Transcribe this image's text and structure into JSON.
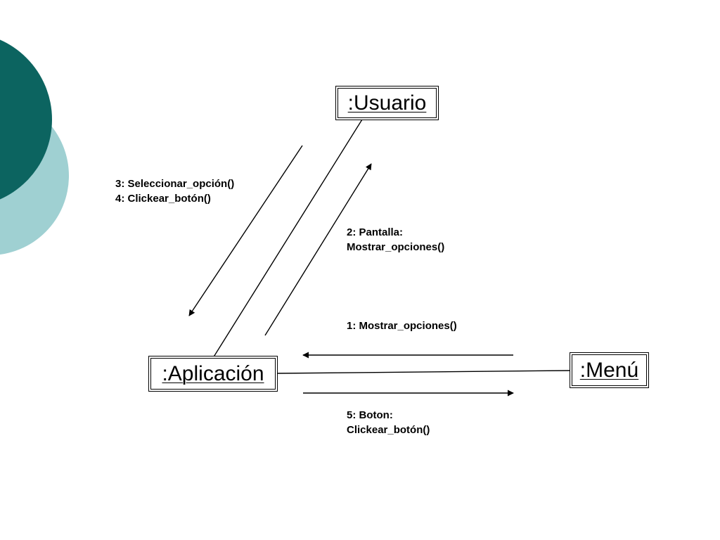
{
  "theme": {
    "decor_dark": "#0c6460",
    "decor_light": "#9fd0d2",
    "line_color": "#000000",
    "background": "#ffffff"
  },
  "objects": {
    "usuario": ":Usuario",
    "aplicacion": ":Aplicación",
    "menu": ":Menú"
  },
  "links": [
    {
      "from": ":Usuario",
      "to": ":Aplicación"
    },
    {
      "from": ":Aplicación",
      "to": ":Menú"
    }
  ],
  "messages": {
    "m3": {
      "line1": "3: Seleccionar_opción()",
      "line2": "4: Clickear_botón()",
      "direction": ":Usuario → :Aplicación"
    },
    "m2": {
      "line1": "2: Pantalla:",
      "line2": "Mostrar_opciones()",
      "direction": ":Aplicación → :Usuario"
    },
    "m1": {
      "line1": "1: Mostrar_opciones()",
      "direction": ":Menú → :Aplicación"
    },
    "m5": {
      "line1": "5: Boton:",
      "line2": "Clickear_botón()",
      "direction": ":Aplicación → :Menú"
    }
  }
}
